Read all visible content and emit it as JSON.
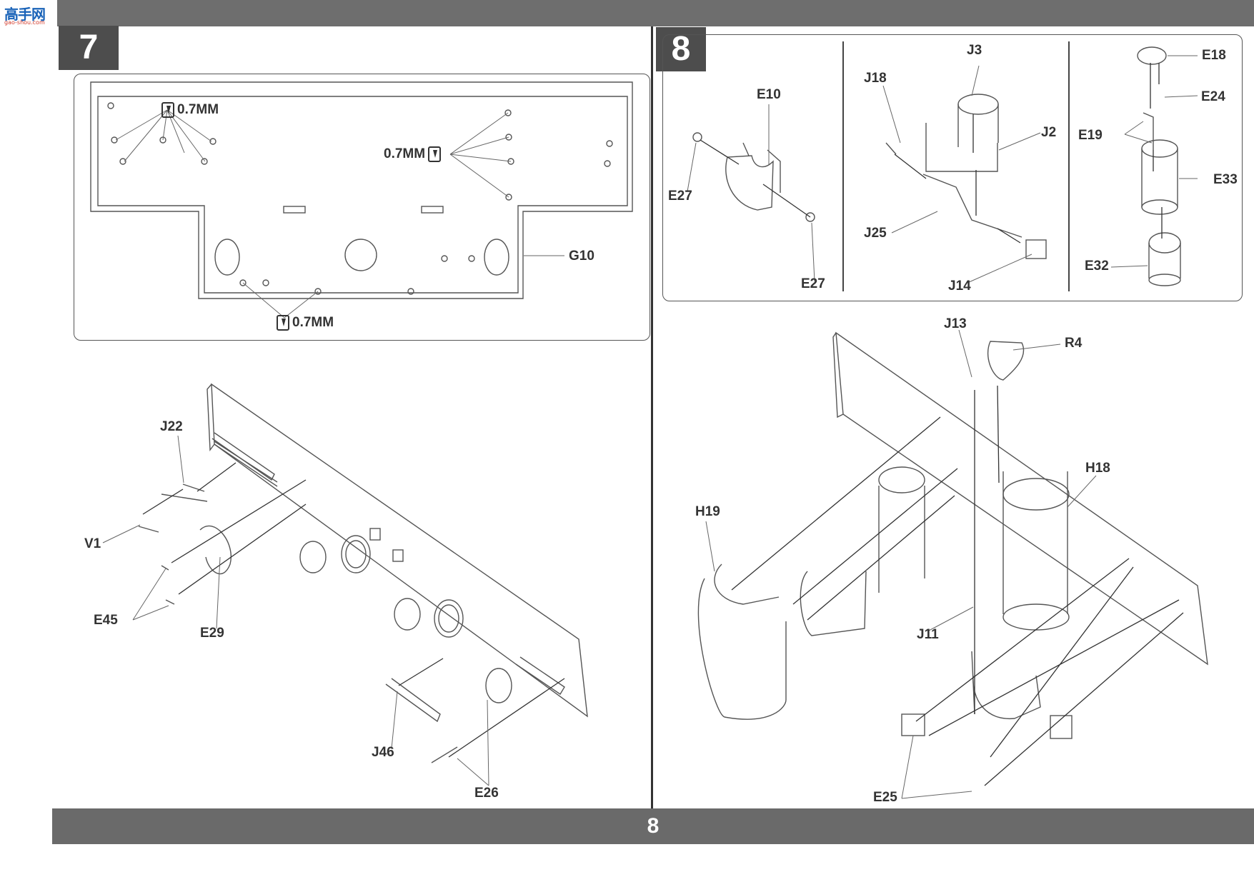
{
  "logo": {
    "text": "高手网",
    "url": "gao-shou.com"
  },
  "page_number": "8",
  "step7": {
    "number": "7",
    "drill_labels": [
      "0.7MM",
      "0.7MM",
      "0.7MM"
    ],
    "parts": {
      "G10": "G10",
      "J22": "J22",
      "V1": "V1",
      "E45": "E45",
      "E29": "E29",
      "J46": "J46",
      "E26": "E26"
    }
  },
  "step8": {
    "number": "8",
    "parts": {
      "E10": "E10",
      "E27a": "E27",
      "E27b": "E27",
      "J18": "J18",
      "J3": "J3",
      "J2": "J2",
      "J25": "J25",
      "J14": "J14",
      "E18": "E18",
      "E24": "E24",
      "E19": "E19",
      "E33": "E33",
      "E32": "E32",
      "J13": "J13",
      "R4": "R4",
      "H18": "H18",
      "H19": "H19",
      "J11": "J11",
      "E25": "E25"
    }
  }
}
